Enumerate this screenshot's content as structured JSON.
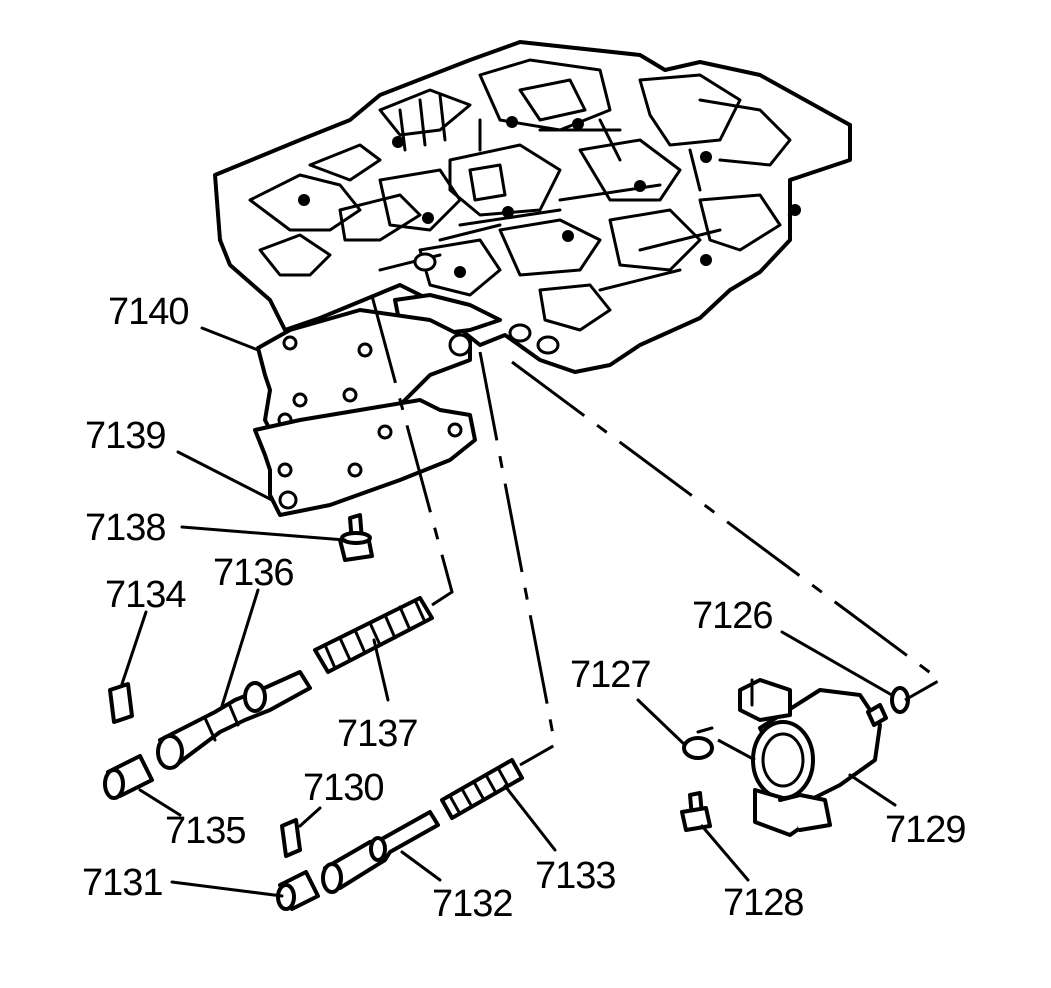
{
  "labels": {
    "l7140": "7140",
    "l7139": "7139",
    "l7138": "7138",
    "l7136": "7136",
    "l7134": "7134",
    "l7137": "7137",
    "l7135": "7135",
    "l7130": "7130",
    "l7131": "7131",
    "l7132": "7132",
    "l7133": "7133",
    "l7126": "7126",
    "l7127": "7127",
    "l7128": "7128",
    "l7129": "7129"
  }
}
